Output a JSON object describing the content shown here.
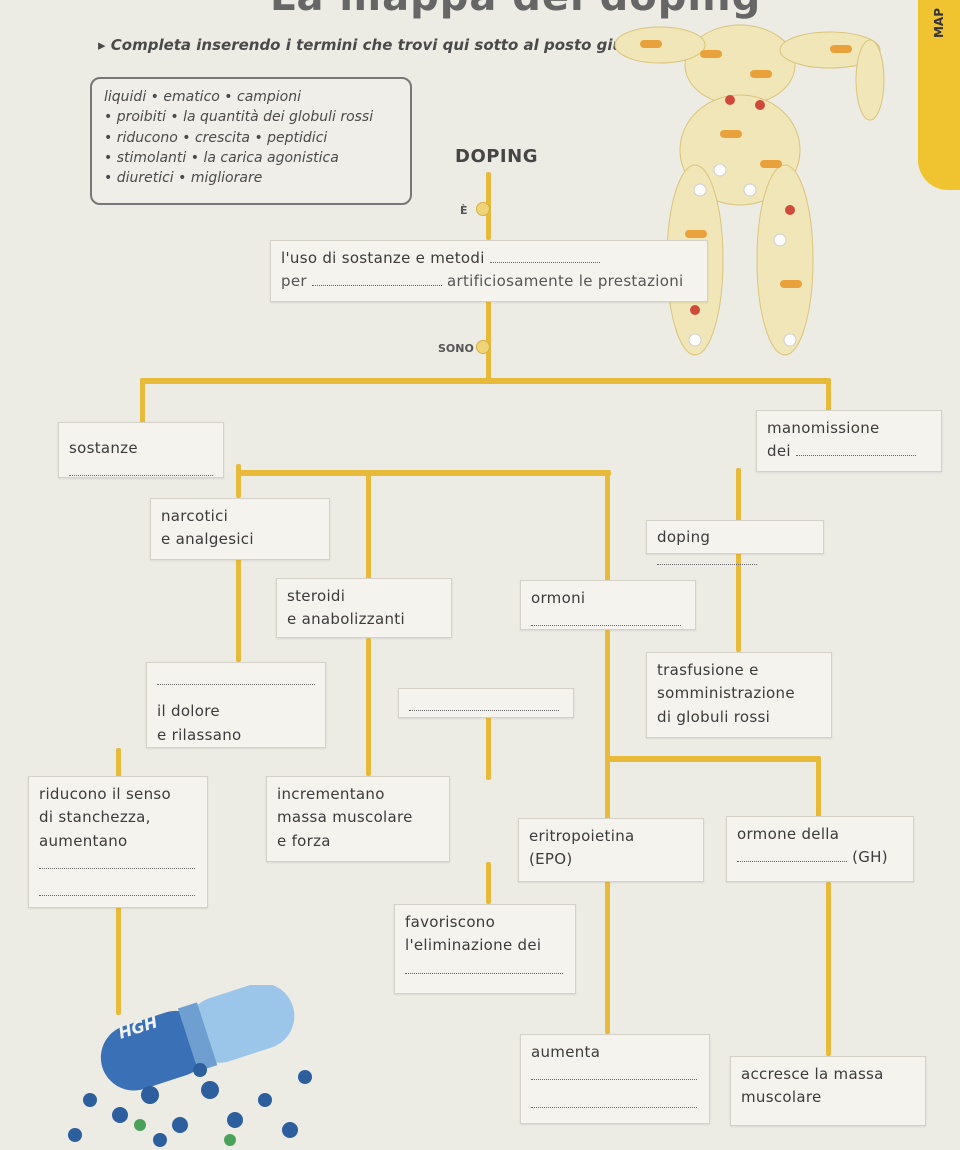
{
  "header": {
    "title": "La mappa del doping",
    "instruction": "Completa inserendo i termini che trovi qui sotto al posto giusto.",
    "tab_label": "MAP"
  },
  "word_bank": [
    "liquidi • ematico • campioni",
    "• proibiti • la quantità dei globuli rossi",
    "• riducono • crescita • peptidici",
    "• stimolanti • la carica agonistica",
    "• diuretici • migliorare"
  ],
  "map": {
    "root": "DOPING",
    "e_label": "È",
    "definition_line1": "l'uso di sostanze e metodi",
    "definition_line2_a": "per",
    "definition_line2_b": "artificiosamente le prestazioni",
    "sono_label": "SONO",
    "sostanze": "sostanze",
    "manomissione_line1": "manomissione",
    "manomissione_line2": "dei",
    "narcotici_line1": "narcotici",
    "narcotici_line2": "e analgesici",
    "doping_box": "doping",
    "steroidi_line1": "steroidi",
    "steroidi_line2": "e anabolizzanti",
    "ormoni": "ormoni",
    "dolore_line1": "il dolore",
    "dolore_line2": "e rilassano",
    "trasfusione_line1": "trasfusione e",
    "trasfusione_line2": "somministrazione",
    "trasfusione_line3": "di globuli rossi",
    "riducono_line1": "riducono il senso",
    "riducono_line2": "di stanchezza,",
    "riducono_line3": "aumentano",
    "incrementano_line1": "incrementano",
    "incrementano_line2": "massa muscolare",
    "incrementano_line3": "e forza",
    "epo_line1": "eritropoietina",
    "epo_line2": "(EPO)",
    "gh_line1": "ormone della",
    "gh_line2": "(GH)",
    "favoriscono_line1": "favoriscono",
    "favoriscono_line2": "l'eliminazione dei",
    "aumenta": "aumenta",
    "accresce_line1": "accresce la massa",
    "accresce_line2": "muscolare",
    "capsule_label": "HGH"
  },
  "colors": {
    "connector": "#e8ba3a",
    "tab": "#f0c330",
    "pill_blue": "#2d5f9e"
  }
}
